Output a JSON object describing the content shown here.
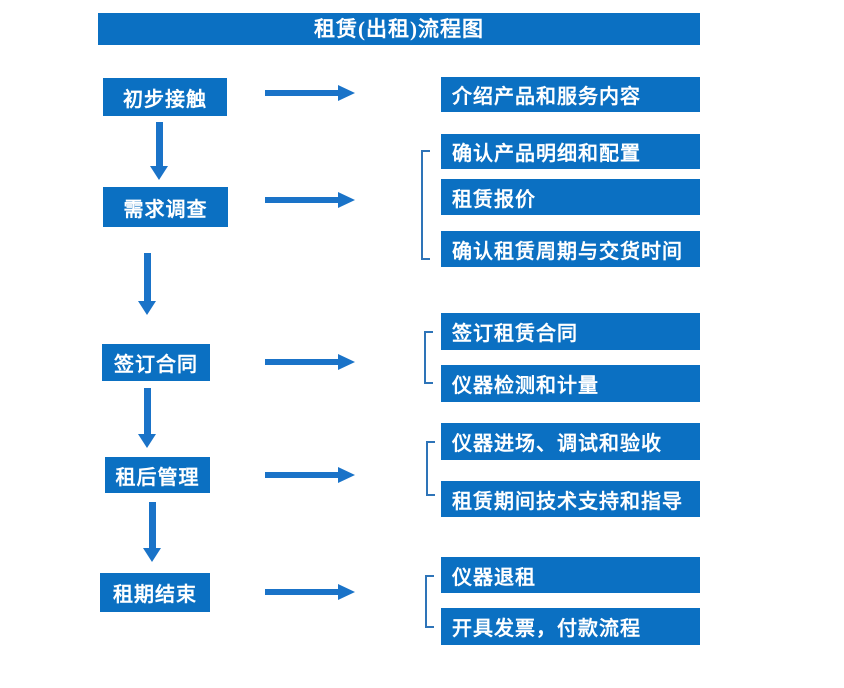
{
  "title": "租赁(出租)流程图",
  "colors": {
    "box_blue": "#0b70c2",
    "arrow_blue": "#1a73c8",
    "bracket_blue": "#2e74b8",
    "text_white": "#ffffff"
  },
  "steps": [
    {
      "label": "初步接触",
      "outputs": [
        "介绍产品和服务内容"
      ]
    },
    {
      "label": "需求调查",
      "outputs": [
        "确认产品明细和配置",
        "租赁报价",
        "确认租赁周期与交货时间"
      ]
    },
    {
      "label": "签订合同",
      "outputs": [
        "签订租赁合同",
        "仪器检测和计量"
      ]
    },
    {
      "label": "租后管理",
      "outputs": [
        "仪器进场、调试和验收",
        "租赁期间技术支持和指导"
      ]
    },
    {
      "label": "租期结束",
      "outputs": [
        "仪器退租",
        "开具发票，付款流程"
      ]
    }
  ]
}
